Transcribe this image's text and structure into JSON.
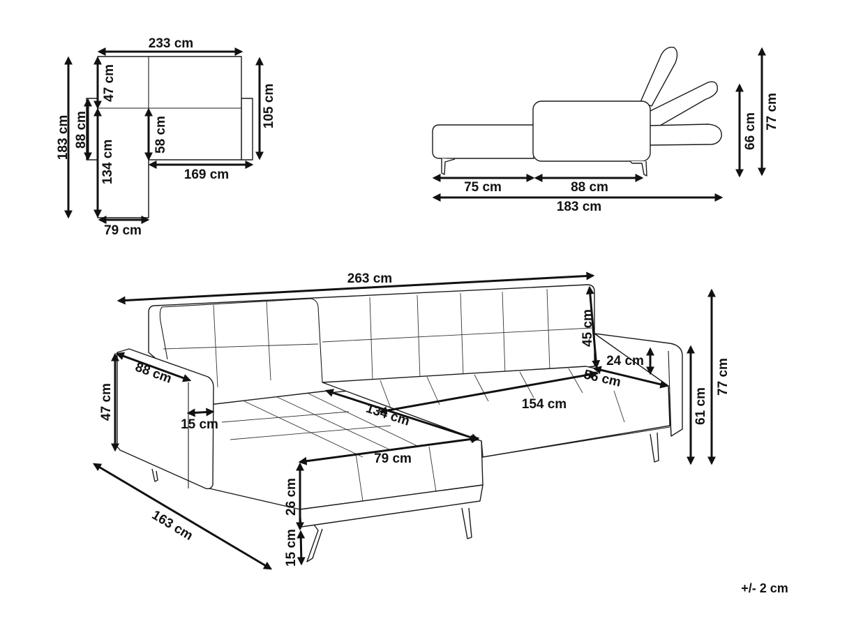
{
  "plan_view": {
    "width_total": "233 cm",
    "depth_total": "183 cm",
    "back_depth": "47 cm",
    "arm_length": "88 cm",
    "chaise_length": "134 cm",
    "seat_depth": "58 cm",
    "right_depth": "105 cm",
    "main_width": "169 cm",
    "chaise_width": "79 cm"
  },
  "side_view": {
    "seat_section": "75 cm",
    "back_section": "88 cm",
    "total_length": "183 cm",
    "height_reclined": "66 cm",
    "height_total": "77 cm"
  },
  "perspective_view": {
    "width_total": "263 cm",
    "back_height": "45 cm",
    "arm_height_above_seat": "24 cm",
    "arm_width": "56 cm",
    "seat_width": "154 cm",
    "chaise_seat_length": "134 cm",
    "chaise_width": "79 cm",
    "left_arm_length": "88 cm",
    "left_arm_height": "47 cm",
    "arm_thickness": "15 cm",
    "chaise_length": "163 cm",
    "seat_cushion_height": "26 cm",
    "leg_height": "15 cm",
    "arm_height": "61 cm",
    "height_total": "77 cm"
  },
  "tolerance": "+/- 2 cm",
  "colors": {
    "line": "#1a1a1a",
    "background": "#ffffff"
  }
}
